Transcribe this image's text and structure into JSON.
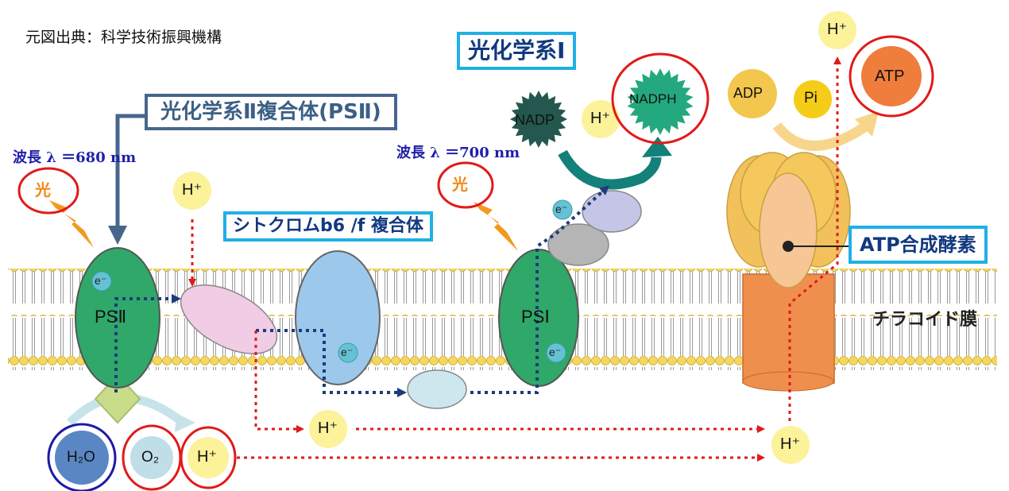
{
  "credit": "元図出典：科学技術振興機構",
  "photosystem_i_title": "光化学系Ⅰ",
  "photosystem_ii_title": "光化学系Ⅱ複合体(PSⅡ)",
  "cytochrome_title": "シトクロムb6 /f 複合体",
  "atp_synthase_label": "ATP合成酵素",
  "membrane_label": "チラコイド膜",
  "wavelength_psii": "波長 λ ＝680 nm",
  "wavelength_psi": "波長 λ ＝700 nm",
  "light": "光",
  "electron": "e⁻",
  "proton": "H⁺",
  "psii": "PSⅡ",
  "psi": "PSⅠ",
  "water": "H₂O",
  "oxygen": "O₂",
  "nadp": "NADP",
  "nadph": "NADPH",
  "adp": "ADP",
  "pi": "Pi",
  "atp": "ATP",
  "colors": {
    "highlight_circle": "#e11a1a",
    "water_circle": "#1a1aa8",
    "label_box_border": "#1fb0e6",
    "psii_box_border": "#48668c",
    "proton_fill": "#fbf29a",
    "photosystem_green": "#2fa86a",
    "cytochrome_blue": "#9cc8ec",
    "pink_carrier": "#f0cde4",
    "atp_orange": "#ef7d3c",
    "atp_synthase_head": "#f2c15c"
  }
}
